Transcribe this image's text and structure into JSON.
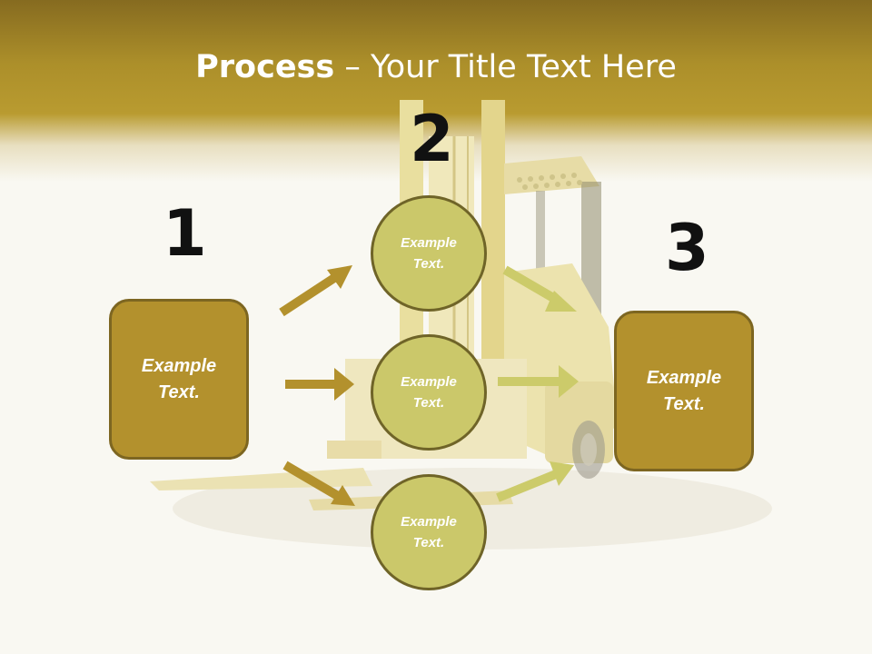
{
  "title": {
    "bold": "Process",
    "rest": " – Your Title Text Here"
  },
  "steps": [
    {
      "number": "1",
      "label": "Example\nText."
    },
    {
      "number": "2",
      "label": "Example\nText."
    },
    {
      "number": "3",
      "label": "Example\nText."
    }
  ],
  "circles": [
    {
      "label": "Example\nText."
    },
    {
      "label": "Example\nText."
    },
    {
      "label": "Example\nText."
    }
  ],
  "colors": {
    "header": "#b3912d",
    "box": "#b3912d",
    "circle": "#cbc86a",
    "arrow_left": "#b3912d",
    "arrow_right": "#cccb6a"
  },
  "background_image": "forklift"
}
